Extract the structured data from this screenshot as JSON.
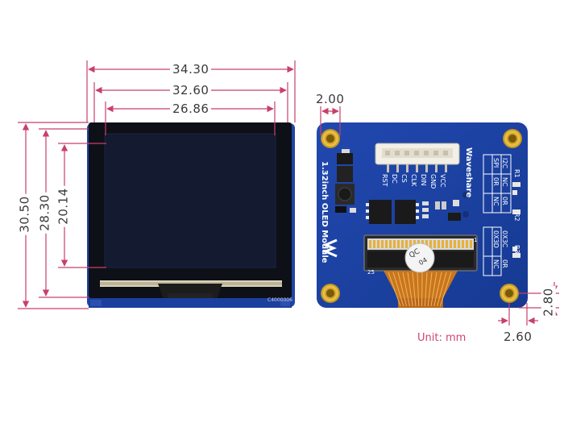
{
  "dimensions": {
    "width_outer": "34.30",
    "width_mid": "32.60",
    "width_active": "26.86",
    "height_outer": "30.50",
    "height_mid": "28.30",
    "height_active": "20.14",
    "hole_edge_top": "2.00",
    "hole_edge_right": "2.60",
    "hole_edge_bottom": "2.80"
  },
  "unit_label": "Unit: mm",
  "board": {
    "brand": "Waveshare",
    "product": "1.32inch OLED Module",
    "pins": [
      "VCC",
      "GND",
      "DIN",
      "CLK",
      "CS",
      "DC",
      "RST"
    ],
    "config_table": {
      "rows": [
        [
          "I2C",
          "NC",
          "0R"
        ],
        [
          "SPI",
          "0R",
          "NC"
        ]
      ],
      "row_labels": [
        "R1",
        "R2"
      ]
    },
    "address_table": {
      "rows": [
        [
          "0X3C",
          "0R"
        ],
        [
          "0X3D",
          "NC"
        ]
      ],
      "row_label": "R3"
    },
    "qc_label": "QC",
    "qc_num": "04",
    "pin1_mark": "1",
    "pin25_mark": "25"
  },
  "display": {
    "part_code": "C4000006"
  },
  "colors": {
    "dimension_line": "#c8406a",
    "pcb_blue": "#1a3d9e",
    "panel_black": "#141826",
    "gold": "#d4a52a",
    "fpc_orange": "#c9761c"
  }
}
